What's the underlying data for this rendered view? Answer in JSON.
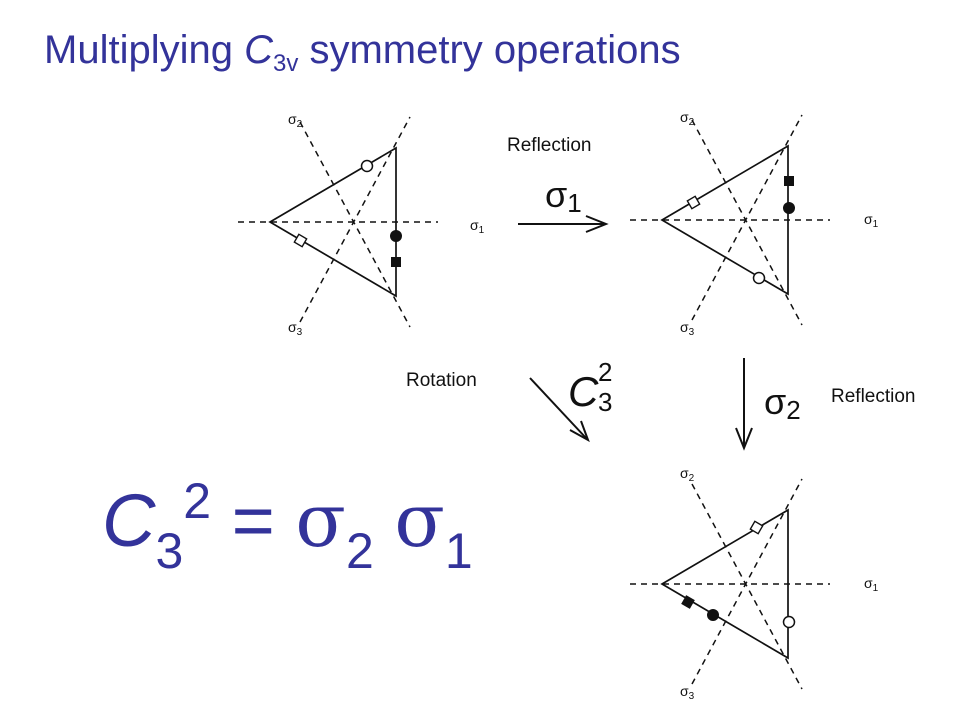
{
  "title": {
    "prefix": "Multiplying ",
    "group": "C",
    "group_sub": "3v",
    "suffix": " symmetry operations"
  },
  "labels": {
    "reflection_top": "Reflection",
    "rotation": "Rotation",
    "reflection_right": "Reflection"
  },
  "operations": {
    "sigma_glyph": "σ",
    "sigma1_index": "1",
    "sigma2_index": "2",
    "c3_letter": "C",
    "c3_sub": "3",
    "c3_sup": "2"
  },
  "axis_labels": {
    "sigma1": "1",
    "sigma2": "2",
    "sigma3": "3"
  },
  "equation": {
    "lhs_letter": "C",
    "lhs_sub": "3",
    "lhs_sup": "2",
    "equals": "=",
    "sigma_a": "σ",
    "sigma_a_sub": "2",
    "sigma_b": "σ",
    "sigma_b_sub": "1"
  },
  "colors": {
    "title": "#33339a",
    "ink": "#111111"
  }
}
